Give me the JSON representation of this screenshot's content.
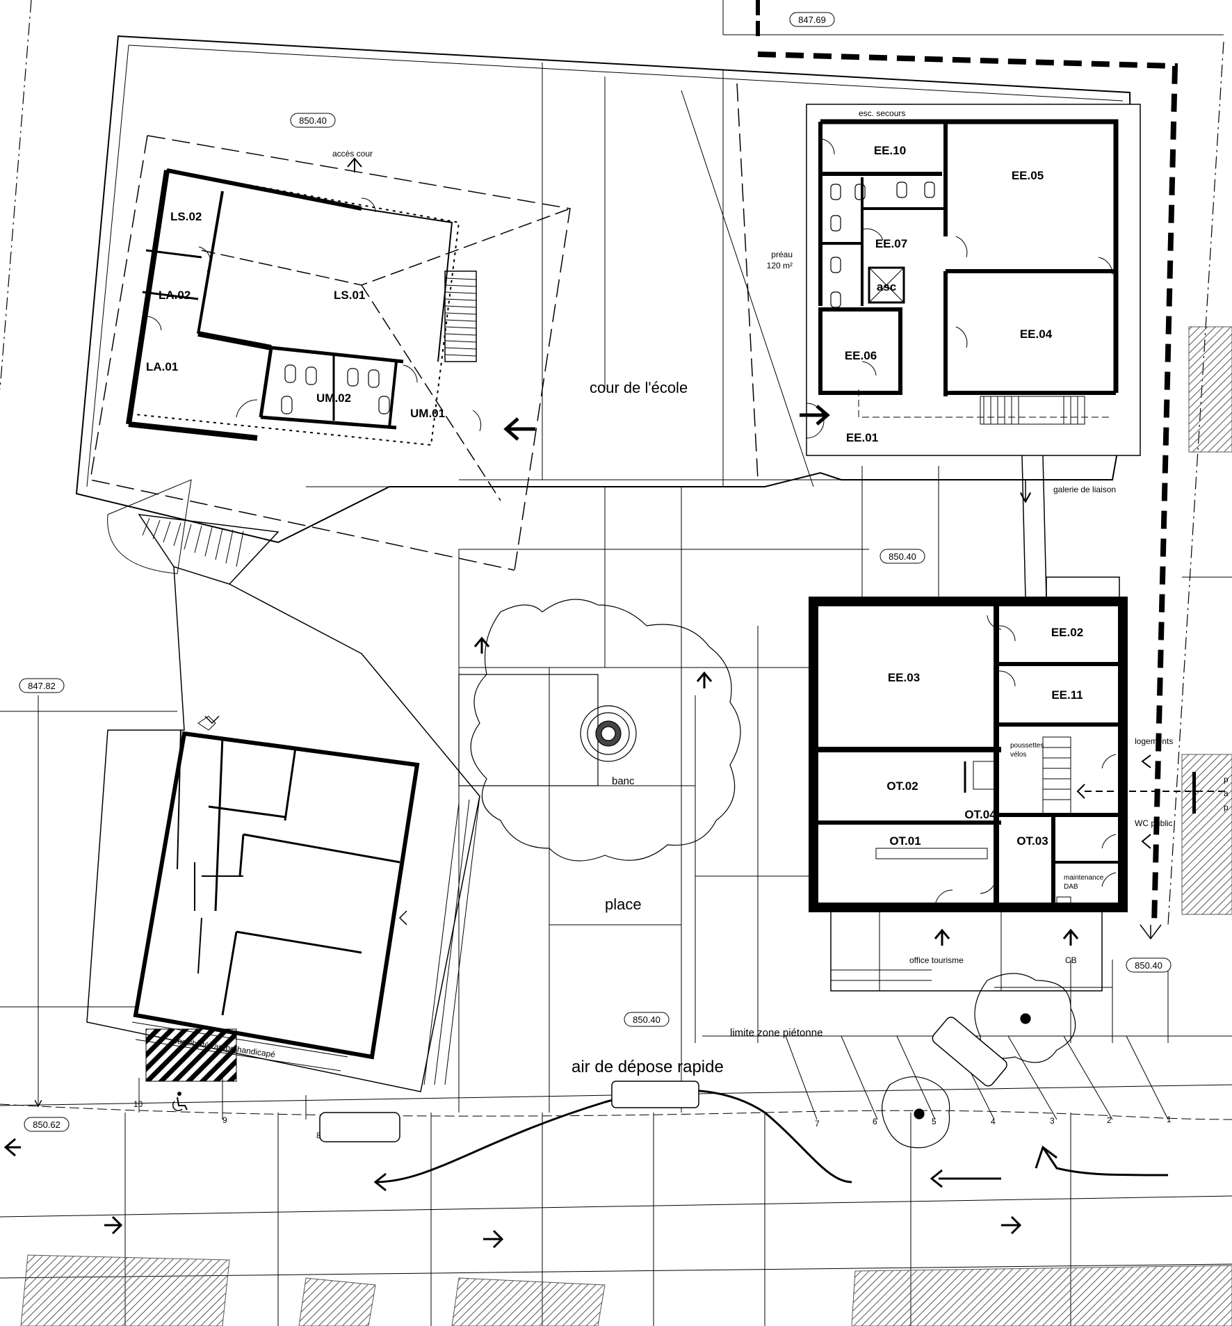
{
  "elevations": {
    "top": "847.69",
    "school_yard": "850.40",
    "left": "847.82",
    "galerie": "850.40",
    "right": "850.40",
    "street": "850.40",
    "bottom_left": "850.62"
  },
  "rooms_west": {
    "ls02": "LS.02",
    "la02": "LA.02",
    "la01": "LA.01",
    "ls01": "LS.01",
    "um02": "UM.02",
    "um01": "UM.01",
    "acces_cour": "accès cour"
  },
  "rooms_east": {
    "esc_secours": "esc. secours",
    "ee10": "EE.10",
    "ee05": "EE.05",
    "ee07": "EE.07",
    "asc": "asc",
    "ee04": "EE.04",
    "ee06": "EE.06",
    "ee01": "EE.01",
    "preau_line1": "préau",
    "preau_line2": "120 m²"
  },
  "rooms_south": {
    "ee02": "EE.02",
    "ee03": "EE.03",
    "ee11": "EE.11",
    "poussettes_line1": "poussettes",
    "poussettes_line2": "vélos",
    "logements": "logements",
    "ot02": "OT.02",
    "ot04": "OT.04",
    "ot01": "OT.01",
    "ot03": "OT.03",
    "wc_public": "WC public",
    "maintenance_line1": "maintenance",
    "maintenance_line2": "DAB",
    "office_tourisme": "office tourisme",
    "cb": "CB",
    "right_edge_chars": [
      "p",
      "a",
      "p"
    ]
  },
  "site": {
    "cour_ecole": "cour de l'école",
    "galerie_liaison": "galerie de liaison",
    "banc": "banc",
    "place": "place",
    "rampe": "possibilité rampe handicapé",
    "limite": "limite zone piétonne",
    "depose": "air de dépose rapide",
    "parking_numbers": [
      "10",
      "9",
      "8",
      "7",
      "6",
      "5",
      "4",
      "3",
      "2",
      "1"
    ]
  }
}
